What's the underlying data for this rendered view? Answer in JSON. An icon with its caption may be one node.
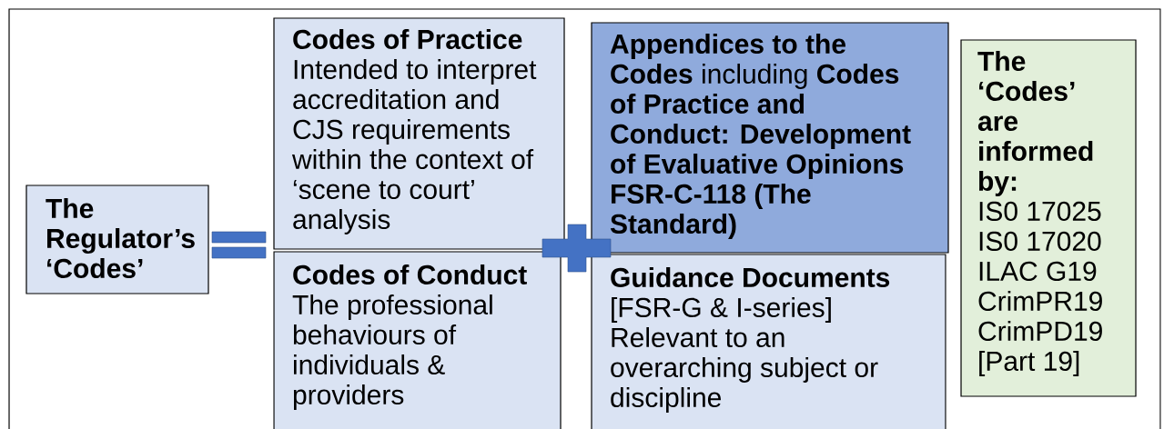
{
  "diagram": {
    "nodes": [
      {
        "text": [
          "The Regulator’s ‘Codes’"
        ]
      },
      {
        "text": [
          "Codes of Practice",
          "Intended to interpret accreditation and CJS requirements within the context of ‘scene to court’ analysis"
        ]
      },
      {
        "text": [
          "Codes of Conduct",
          "The professional behaviours of individuals & providers"
        ]
      },
      {
        "text": [
          "**Appendices to the Codes** including **Codes of Practice and Conduct: Development of Evaluative Opinions FSR-C-118 (The Standard)**"
        ]
      },
      {
        "text": [
          "Guidance Documents",
          "[FSR-G & I-series]",
          "Relevant to an overarching subject or discipline"
        ]
      },
      {
        "text": [
          "The ‘Codes’ are informed by:",
          "IS0 17025",
          "IS0 17020",
          "ILAC G19",
          "CrimPR19",
          "CrimPD19",
          "[Part 19]"
        ]
      },
      {
        "text": [],
        "shape": "plus"
      }
    ]
  }
}
